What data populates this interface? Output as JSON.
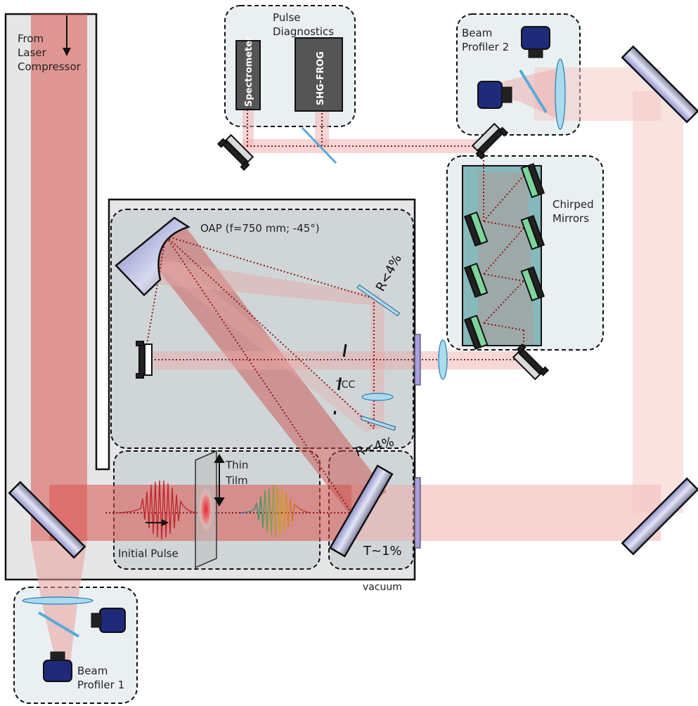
{
  "labels": {
    "from_laser": [
      "From",
      "Laser",
      "Compressor"
    ],
    "pulse_diagnostics": [
      "Pulse",
      "Diagnostics"
    ],
    "spectrometer": "Spectrometer",
    "shg_frog": "SHG-FROG",
    "beam_profiler_2": [
      "Beam",
      "Profiler 2"
    ],
    "beam_profiler_1": [
      "Beam",
      "Profiler 1"
    ],
    "chirped_mirrors": [
      "Chirped",
      "Mirrors"
    ],
    "oap": "OAP (f=750 mm; -45°)",
    "r_upper": "R<4%",
    "r_lower": "R<4%",
    "tcc": "TCC",
    "thin_film": [
      "Thin",
      "Tilm"
    ],
    "initial_pulse": "Initial Pulse",
    "transmission": "T~1%",
    "vacuum": "vacuum"
  },
  "colors": {
    "beam_main": "#d9534f",
    "beam_light": "#f2b8b5",
    "chamber_fill": "#e6e6e6",
    "region_fill": "#d0d6d8",
    "chirped_fill": "#86b9bb",
    "lens": "#a9dcef",
    "camera": "#1f2a7a",
    "mirror": "#9da2cf"
  }
}
